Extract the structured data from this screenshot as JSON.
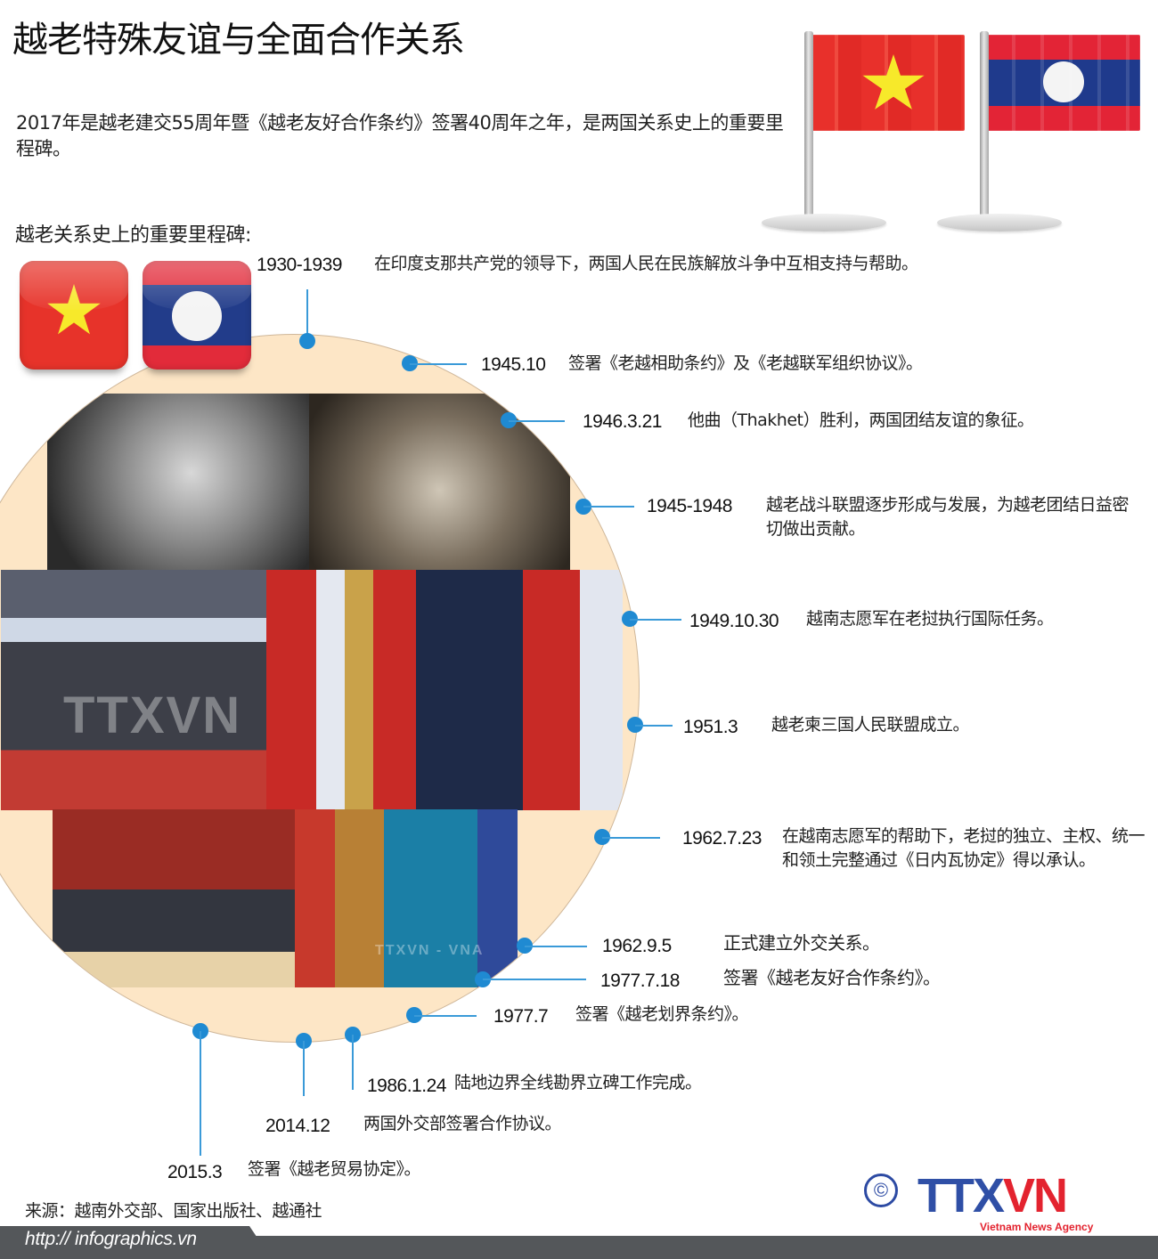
{
  "header": {
    "title": "越老特殊友谊与全面合作关系",
    "intro": "2017年是越老建交55周年暨《越老友好合作条约》签署40周年之年，是两国关系史上的重要里程碑。",
    "subhead": "越老关系史上的重要里程碑:"
  },
  "flags": {
    "big": [
      "vietnam-flag",
      "laos-flag"
    ],
    "square": [
      "vietnam-flag",
      "laos-flag"
    ]
  },
  "colors": {
    "circle_fill": "#fde6c6",
    "timeline_accent": "#1f8ad2",
    "footer_bar": "#54575a",
    "logo_blue": "#2f4fa6",
    "logo_red": "#e3232f"
  },
  "photos": {
    "watermark_1": "TTXVN",
    "watermark_2": "TTXVN - VNA"
  },
  "timeline": [
    {
      "date": "1930-1939",
      "text": "在印度支那共产党的领导下，两国人民在民族解放斗争中互相支持与帮助。"
    },
    {
      "date": "1945.10",
      "text": "签署《老越相助条约》及《老越联军组织协议》。"
    },
    {
      "date": "1946.3.21",
      "text": "他曲（Thakhet）胜利，两国团结友谊的象征。"
    },
    {
      "date": "1945-1948",
      "text": "越老战斗联盟逐步形成与发展，为越老团结日益密切做出贡献。"
    },
    {
      "date": "1949.10.30",
      "text": "越南志愿军在老挝执行国际任务。"
    },
    {
      "date": "1951.3",
      "text": "越老柬三国人民联盟成立。"
    },
    {
      "date": "1962.7.23",
      "text": "在越南志愿军的帮助下，老挝的独立、主权、统一和领土完整通过《日内瓦协定》得以承认。"
    },
    {
      "date": "1962.9.5",
      "text": "正式建立外交关系。"
    },
    {
      "date": "1977.7.18",
      "text": "签署《越老友好合作条约》。"
    },
    {
      "date": "1977.7",
      "text": "签署《越老划界条约》。"
    },
    {
      "date": "1986.1.24",
      "text": "陆地边界全线勘界立碑工作完成。"
    },
    {
      "date": "2014.12",
      "text": "两国外交部签署合作协议。"
    },
    {
      "date": "2015.3",
      "text": "签署《越老贸易协定》。"
    }
  ],
  "footer": {
    "source": "来源：越南外交部、国家出版社、越通社",
    "url": "http:// infographics.vn",
    "copyright_symbol": "©",
    "logo_main": "TTX",
    "logo_accent": "VN",
    "logo_sub": "Vietnam News Agency"
  }
}
